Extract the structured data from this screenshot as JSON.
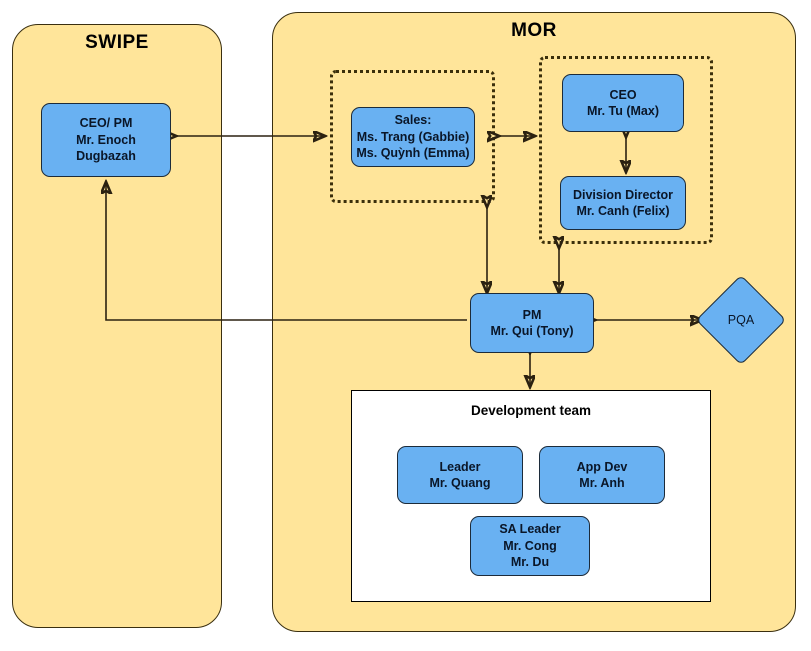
{
  "diagram": {
    "title_swipe": "SWIPE",
    "title_mor": "MOR",
    "colors": {
      "panel_fill": "#ffe59a",
      "node_fill": "#69b1f2",
      "node_stroke": "#1c2b3a",
      "edge_stroke": "#2b2110",
      "dotted_stroke": "#3b2f0b",
      "white_fill": "#ffffff"
    }
  },
  "swipe": {
    "label": "SWIPE",
    "ceo_pm": {
      "role": "CEO/ PM",
      "person": "Mr. Enoch Dugbazah",
      "text": "CEO/ PM\nMr. Enoch Dugbazah"
    }
  },
  "mor": {
    "label": "MOR",
    "sales_group": {
      "sales": {
        "role": "Sales:",
        "person_1": "Ms. Trang (Gabbie)",
        "person_2": "Ms. Quỳnh (Emma)",
        "text": "Sales:\nMs. Trang (Gabbie)\nMs. Quỳnh (Emma)"
      }
    },
    "exec_group": {
      "ceo": {
        "role": "CEO",
        "person": "Mr. Tu (Max)",
        "text": "CEO\nMr. Tu (Max)"
      },
      "division_director": {
        "role": "Division Director",
        "person": "Mr. Canh (Felix)",
        "text": "Division Director\nMr. Canh (Felix)"
      }
    },
    "pm": {
      "role": "PM",
      "person": "Mr. Qui (Tony)",
      "text": "PM\nMr. Qui (Tony)"
    },
    "pqa": {
      "label": "PQA"
    },
    "development_team": {
      "title": "Development team",
      "members": [
        {
          "role": "Leader",
          "person": "Mr. Quang",
          "text": "Leader\nMr. Quang"
        },
        {
          "role": "App Dev",
          "person": "Mr. Anh",
          "text": "App Dev\nMr. Anh"
        },
        {
          "role": "SA Leader",
          "person_1": "Mr. Cong",
          "person_2": "Mr. Du",
          "text": "SA Leader\nMr. Cong\nMr. Du"
        }
      ]
    }
  }
}
